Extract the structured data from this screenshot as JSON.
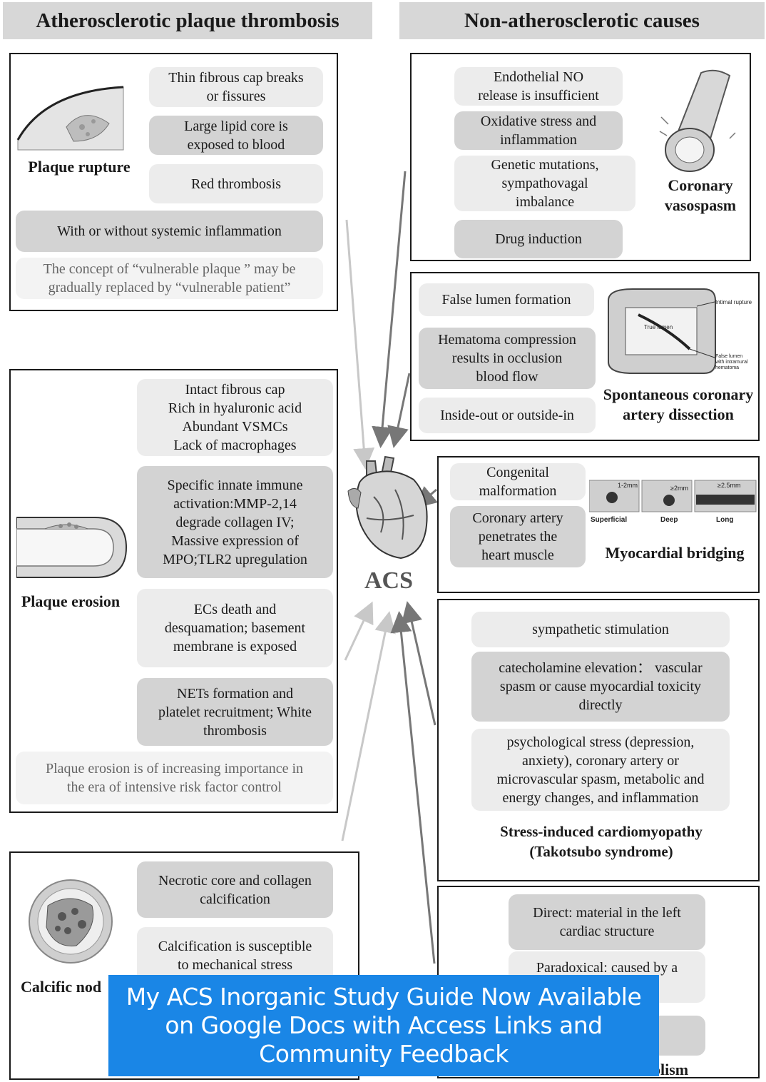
{
  "headers": {
    "left": "Atherosclerotic plaque thrombosis",
    "right": "Non-atherosclerotic causes"
  },
  "center": {
    "label": "ACS"
  },
  "plaque_rupture": {
    "label": "Plaque rupture",
    "items": [
      "Thin fibrous cap breaks\nor fissures",
      "Large lipid core is\nexposed to blood",
      "Red thrombosis"
    ],
    "inflammation": "With or without systemic inflammation",
    "note": "The concept of “vulnerable plaque ” may be\ngradually replaced by “vulnerable patient”"
  },
  "plaque_erosion": {
    "label": "Plaque erosion",
    "items": [
      "Intact fibrous cap\nRich in hyaluronic acid\nAbundant VSMCs\nLack of macrophages",
      "Specific innate immune\nactivation:MMP-2,14\ndegrade collagen IV;\nMassive expression of\nMPO;TLR2 upregulation",
      "ECs death and\ndesquamation; basement\nmembrane is exposed",
      "NETs formation and\nplatelet recruitment; White\nthrombosis"
    ],
    "note": "Plaque erosion is of increasing importance in\nthe era of intensive risk factor control"
  },
  "calcific_nodule": {
    "label": "Calcific nod",
    "items": [
      "Necrotic core and collagen\ncalcification",
      "Calcification is susceptible\nto mechanical stress"
    ]
  },
  "vasospasm": {
    "label": "Coronary\nvasospasm",
    "items": [
      "Endothelial NO\nrelease is insufficient",
      "Oxidative stress and\ninflammation",
      "Genetic mutations,\nsympathovagal\nimbalance",
      "Drug induction"
    ]
  },
  "scad": {
    "label": "Spontaneous coronary\nartery dissection",
    "items": [
      "False lumen formation",
      "Hematoma compression\nresults in occlusion\nblood flow",
      "Inside-out or outside-in"
    ],
    "figure_labels": [
      "Intimal rupture",
      "True lumen",
      "False lumen\nwith intramural\nhematoma"
    ]
  },
  "bridging": {
    "label": "Myocardial bridging",
    "items": [
      "Congenital\nmalformation",
      "Coronary artery\npenetrates the\nheart muscle"
    ],
    "figure_labels": [
      "Superficial",
      "Deep",
      "Long"
    ],
    "figure_values": [
      "1-2mm",
      "≥2mm",
      "≥2.5mm"
    ]
  },
  "takotsubo": {
    "label": "Stress-induced cardiomyopathy\n(Takotsubo syndrome)",
    "items": [
      "sympathetic stimulation",
      "catecholamine elevation： vascular\nspasm or cause myocardial toxicity\ndirectly",
      "psychological stress (depression,\nanxiety), coronary artery or\nmicrovascular spasm, metabolic and\nenergy changes, and inflammation"
    ]
  },
  "embolism": {
    "label": "olism",
    "items": [
      "Direct: material in the left\ncardiac structure",
      "Paradoxical: caused by a\n                                    eep"
    ]
  },
  "banner": {
    "text": "My ACS Inorganic Study Guide Now Available\non Google Docs with Access Links and\nCommunity Feedback",
    "color": "#1a86e6"
  }
}
